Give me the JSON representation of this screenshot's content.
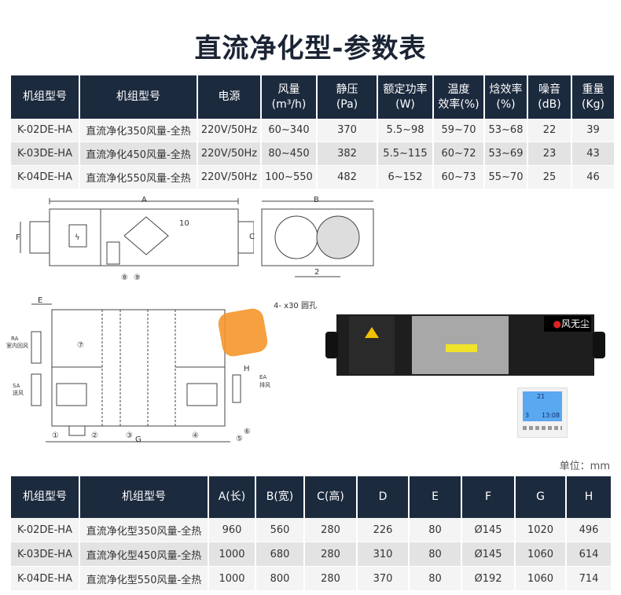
{
  "title": "直流净化型-参数表",
  "spec_table": {
    "headers": [
      [
        "机组型号"
      ],
      [
        "机组型号"
      ],
      [
        "电源"
      ],
      [
        "风量",
        "(m³/h)"
      ],
      [
        "静压",
        "(Pa)"
      ],
      [
        "额定功率",
        "(W)"
      ],
      [
        "温度",
        "效率(%)"
      ],
      [
        "焓效率",
        "(%)"
      ],
      [
        "噪音",
        "(dB)"
      ],
      [
        "重量",
        "(Kg)"
      ]
    ],
    "rows": [
      [
        "K-02DE-HA",
        "直流净化350风量-全热",
        "220V/50Hz",
        "60~340",
        "370",
        "5.5~98",
        "59~70",
        "53~68",
        "22",
        "39"
      ],
      [
        "K-03DE-HA",
        "直流净化450风量-全热",
        "220V/50Hz",
        "80~450",
        "382",
        "5.5~115",
        "60~72",
        "53~69",
        "23",
        "43"
      ],
      [
        "K-04DE-HA",
        "直流净化550风量-全热",
        "220V/50Hz",
        "100~550",
        "482",
        "6~152",
        "60~73",
        "55~70",
        "25",
        "46"
      ]
    ]
  },
  "drawings": {
    "side": {
      "A": "A",
      "F": "F",
      "n8": "⑧",
      "n9": "⑨",
      "n10": "10"
    },
    "end": {
      "B": "B",
      "C": "C",
      "D": "2"
    },
    "plan": {
      "E": "E",
      "G": "G",
      "H": "H",
      "holes": "4-  x30 圆孔",
      "ra": "RA",
      "ra_cn": "室内回风",
      "sa": "SA",
      "sa_cn": "送风",
      "ea": "EA",
      "ea_cn": "排风",
      "n1": "①",
      "n2": "②",
      "n3": "③",
      "n4": "④",
      "n5": "⑤",
      "n6": "⑥",
      "n7": "⑦"
    },
    "brand_logo": "风无尘",
    "controller": {
      "temp": "21",
      "mode": "3",
      "time": "13:08"
    }
  },
  "unit_label": "单位：mm",
  "dim_table": {
    "headers": [
      "机组型号",
      "机组型号",
      "A(长)",
      "B(宽)",
      "C(高)",
      "D",
      "E",
      "F",
      "G",
      "H"
    ],
    "rows": [
      [
        "K-02DE-HA",
        "直流净化型350风量-全热",
        "960",
        "560",
        "280",
        "226",
        "80",
        "Ø145",
        "1020",
        "496"
      ],
      [
        "K-03DE-HA",
        "直流净化型450风量-全热",
        "1000",
        "680",
        "280",
        "310",
        "80",
        "Ø145",
        "1060",
        "614"
      ],
      [
        "K-04DE-HA",
        "直流净化型550风量-全热",
        "1000",
        "800",
        "280",
        "370",
        "80",
        "Ø192",
        "1060",
        "714"
      ]
    ]
  }
}
